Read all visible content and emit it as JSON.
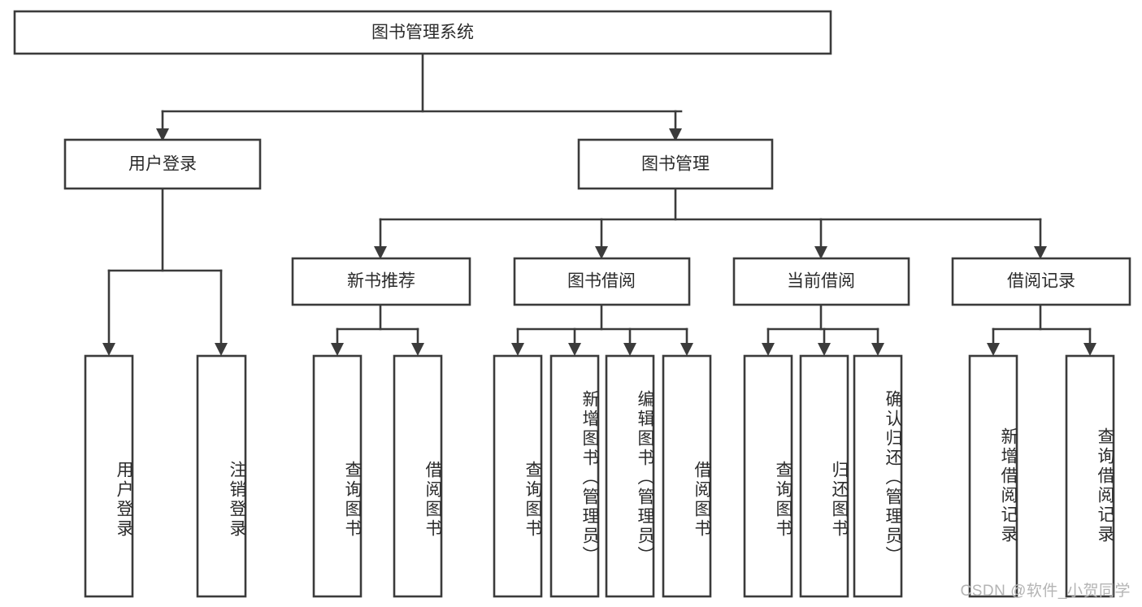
{
  "diagram": {
    "type": "tree-hierarchy",
    "title": "图书管理系统",
    "watermark": "CSDN @软件_小贺同学",
    "colors": {
      "stroke": "#3b3b3b",
      "box_fill": "#ffffff",
      "text": "#2b2b2b",
      "background": "#ffffff",
      "watermark": "#b4b4b4"
    },
    "nodes": {
      "root": {
        "label": "图书管理系统",
        "level": 0,
        "orientation": "horizontal"
      },
      "user_login": {
        "label": "用户登录",
        "level": 1,
        "orientation": "horizontal"
      },
      "book_manage": {
        "label": "图书管理",
        "level": 1,
        "orientation": "horizontal"
      },
      "new_book_rec": {
        "label": "新书推荐",
        "level": 2,
        "orientation": "horizontal"
      },
      "book_borrow": {
        "label": "图书借阅",
        "level": 2,
        "orientation": "horizontal"
      },
      "current_borrow": {
        "label": "当前借阅",
        "level": 2,
        "orientation": "horizontal"
      },
      "borrow_record": {
        "label": "借阅记录",
        "level": 2,
        "orientation": "horizontal"
      },
      "leaf_user_login": {
        "label": "用户登录",
        "level": 3,
        "orientation": "vertical"
      },
      "leaf_user_logout": {
        "label": "注销登录",
        "level": 3,
        "orientation": "vertical"
      },
      "leaf_rec_query": {
        "label": "查询图书",
        "level": 3,
        "orientation": "vertical"
      },
      "leaf_rec_borrow": {
        "label": "借阅图书",
        "level": 3,
        "orientation": "vertical"
      },
      "leaf_bb_query": {
        "label": "查询图书",
        "level": 3,
        "orientation": "vertical"
      },
      "leaf_bb_add": {
        "label": "新增图书（管理员）",
        "level": 3,
        "orientation": "vertical"
      },
      "leaf_bb_edit": {
        "label": "编辑图书（管理员）",
        "level": 3,
        "orientation": "vertical"
      },
      "leaf_bb_borrow": {
        "label": "借阅图书",
        "level": 3,
        "orientation": "vertical"
      },
      "leaf_cb_query": {
        "label": "查询图书",
        "level": 3,
        "orientation": "vertical"
      },
      "leaf_cb_return": {
        "label": "归还图书",
        "level": 3,
        "orientation": "vertical"
      },
      "leaf_cb_confirm": {
        "label": "确认归还（管理员）",
        "level": 3,
        "orientation": "vertical"
      },
      "leaf_br_add": {
        "label": "新增借阅记录",
        "level": 3,
        "orientation": "vertical"
      },
      "leaf_br_query": {
        "label": "查询借阅记录",
        "level": 3,
        "orientation": "vertical"
      }
    },
    "edges": [
      {
        "from": "root",
        "to": "user_login"
      },
      {
        "from": "root",
        "to": "book_manage"
      },
      {
        "from": "user_login",
        "to": "leaf_user_login"
      },
      {
        "from": "user_login",
        "to": "leaf_user_logout"
      },
      {
        "from": "book_manage",
        "to": "new_book_rec"
      },
      {
        "from": "book_manage",
        "to": "book_borrow"
      },
      {
        "from": "book_manage",
        "to": "current_borrow"
      },
      {
        "from": "book_manage",
        "to": "borrow_record"
      },
      {
        "from": "new_book_rec",
        "to": "leaf_rec_query"
      },
      {
        "from": "new_book_rec",
        "to": "leaf_rec_borrow"
      },
      {
        "from": "book_borrow",
        "to": "leaf_bb_query"
      },
      {
        "from": "book_borrow",
        "to": "leaf_bb_add"
      },
      {
        "from": "book_borrow",
        "to": "leaf_bb_edit"
      },
      {
        "from": "book_borrow",
        "to": "leaf_bb_borrow"
      },
      {
        "from": "current_borrow",
        "to": "leaf_cb_query"
      },
      {
        "from": "current_borrow",
        "to": "leaf_cb_return"
      },
      {
        "from": "current_borrow",
        "to": "leaf_cb_confirm"
      },
      {
        "from": "borrow_record",
        "to": "leaf_br_add"
      },
      {
        "from": "borrow_record",
        "to": "leaf_br_query"
      }
    ]
  }
}
